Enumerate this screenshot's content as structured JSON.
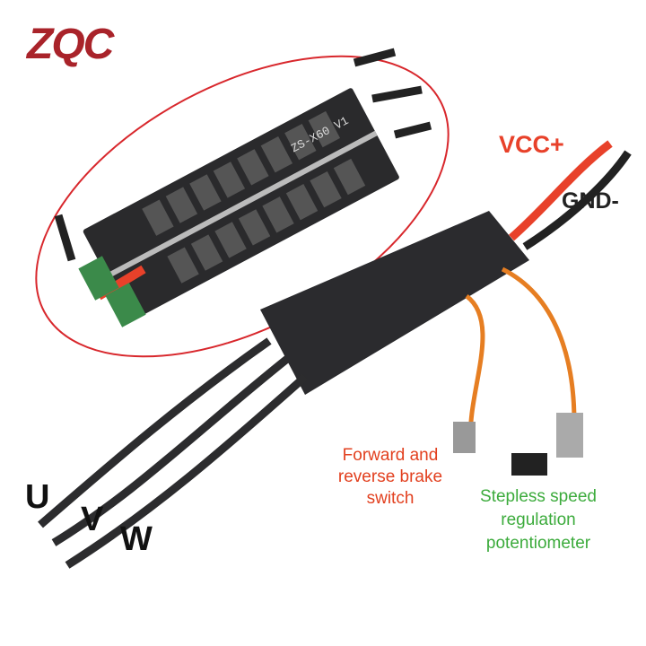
{
  "logo": {
    "text": "ZQC",
    "color": "#a9232a"
  },
  "pcb": {
    "label": "ZS-X60 V1"
  },
  "labels": {
    "vcc": "VCC+",
    "gnd": "GND-",
    "switch": "Forward and reverse brake switch",
    "potentiometer": "Stepless speed regulation potentiometer",
    "phase_u": "U",
    "phase_v": "V",
    "phase_w": "W"
  },
  "colors": {
    "highlight_ellipse": "#d8272c",
    "vcc": "#e8412a",
    "potentiometer": "#3cab3c",
    "switch": "#e2401f"
  }
}
